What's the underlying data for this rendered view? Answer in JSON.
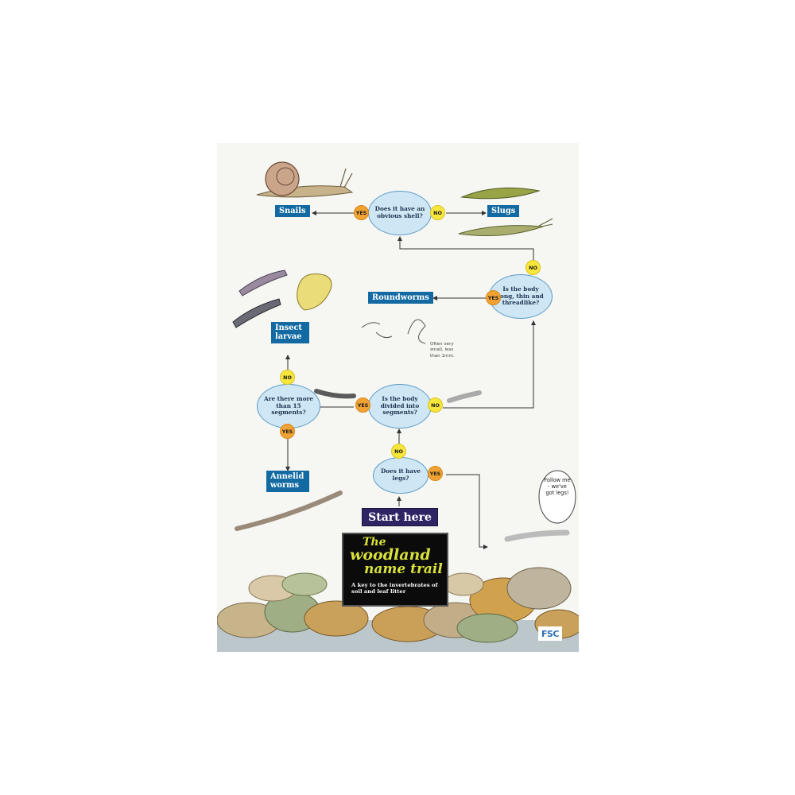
{
  "questions": {
    "shell": "Does it have an obvious shell?",
    "long": "Is the body long, thin and threadlike?",
    "segments": "Is the body divided into segments?",
    "fifteen": "Are there more than 15 segments?",
    "legs": "Does it have legs?"
  },
  "answers": {
    "yes": "YES",
    "no": "NO"
  },
  "results": {
    "snails": "Snails",
    "slugs": "Slugs",
    "roundworms": "Roundworms",
    "insect_larvae": "Insect larvae",
    "annelid_worms": "Annelid worms"
  },
  "notes": {
    "roundworm_note": "Often very small, less than 1mm.",
    "speech": "Follow me - we've got legs!"
  },
  "start_label": "Start here",
  "title": {
    "the": "The",
    "woodland": "woodland",
    "name_trail": "name trail",
    "subtitle": "A key to the invertebrates of soil and leaf litter"
  },
  "logo": "FSC",
  "colors": {
    "question_fill": "#cfe6f4",
    "result_fill": "#136aa3",
    "yes": "#f0a334",
    "no": "#f7e63c",
    "start": "#2f2565",
    "title_text": "#d9e23a"
  }
}
